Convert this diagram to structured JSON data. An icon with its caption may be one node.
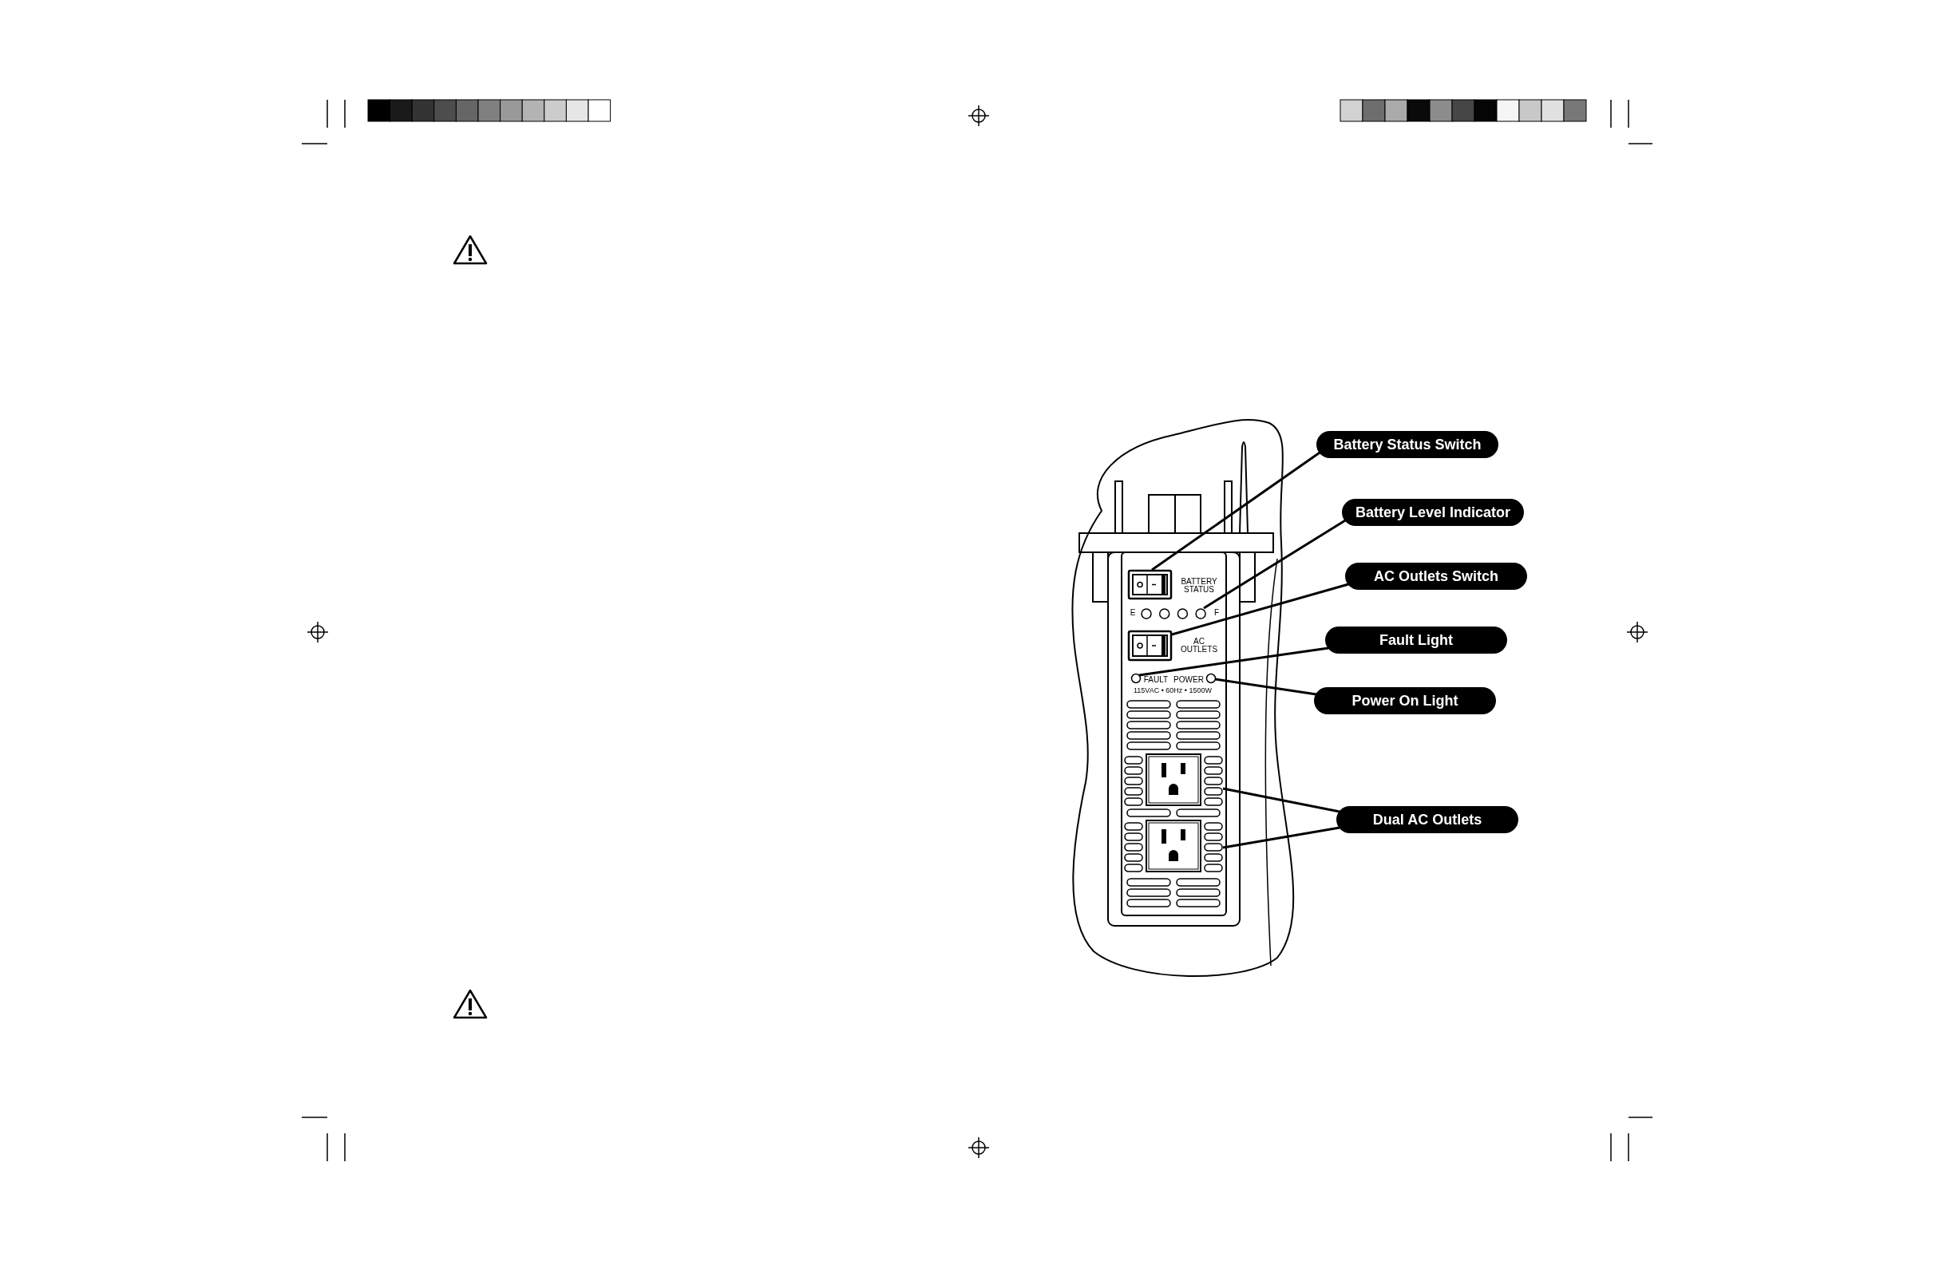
{
  "diagram": {
    "nodes": [
      {
        "text": [
          "Battery Status Switch"
        ]
      },
      {
        "text": [
          "Battery Level Indicator"
        ]
      },
      {
        "text": [
          "AC Outlets Switch"
        ]
      },
      {
        "text": [
          "Fault Light"
        ]
      },
      {
        "text": [
          "Power On Light"
        ]
      },
      {
        "text": [
          "Dual AC Outlets"
        ]
      },
      {
        "text": [],
        "shape": "box"
      },
      {
        "text": [],
        "shape": "bar"
      },
      {
        "text": [],
        "shape": "box"
      },
      {
        "text": [],
        "shape": "circle"
      },
      {
        "text": [],
        "shape": "circle"
      },
      {
        "text": [],
        "shape": "box"
      },
      {
        "text": [],
        "shape": "box"
      }
    ],
    "edges": [
      {
        "from": 0,
        "to": 6,
        "arrow": "none"
      },
      {
        "from": 1,
        "to": 7,
        "arrow": "none"
      },
      {
        "from": 2,
        "to": 8,
        "arrow": "none"
      },
      {
        "from": 3,
        "to": 9,
        "arrow": "none"
      },
      {
        "from": 4,
        "to": 10,
        "arrow": "none"
      },
      {
        "from": 5,
        "to": 11,
        "arrow": "none"
      },
      {
        "from": 5,
        "to": 12,
        "arrow": "none"
      }
    ],
    "labels": [
      "BATTERY STATUS",
      "E",
      "F",
      "AC OUTLETS",
      "FAULT",
      "POWER",
      "115VAC • 60Hz • 1500W"
    ]
  }
}
